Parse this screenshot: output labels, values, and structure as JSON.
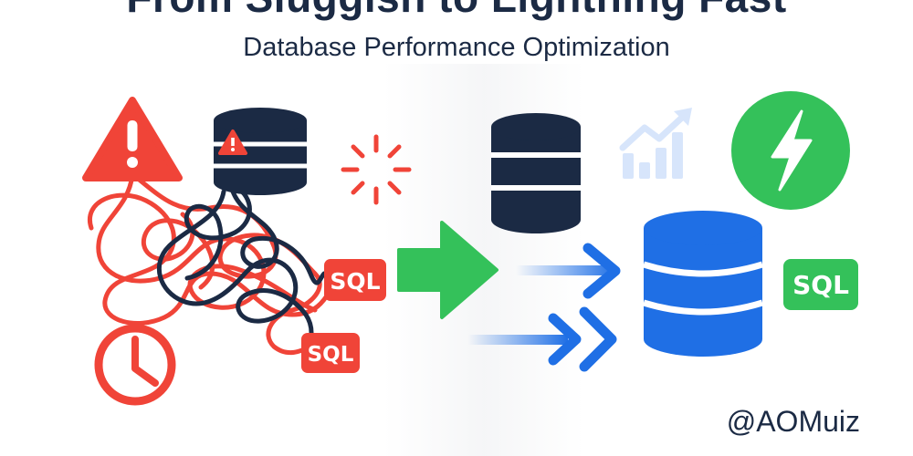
{
  "header": {
    "title": "From Sluggish to Lightning Fast",
    "subtitle": "Database Performance Optimization"
  },
  "badges": {
    "slow_sql_1": "SQL",
    "slow_sql_2": "SQL",
    "fast_sql": "SQL"
  },
  "footer": {
    "handle": "@AOMuiz"
  },
  "colors": {
    "navy": "#1b2a44",
    "alert_red": "#f04438",
    "success_green": "#34c15a",
    "fast_blue": "#1f6fe5",
    "faded_blue": "#cfe0fb"
  },
  "icons": [
    "warning-triangle-icon",
    "database-warning-icon",
    "loading-spinner-icon",
    "clock-icon",
    "tangled-lines-icon",
    "green-arrow-icon",
    "database-icon",
    "trending-chart-icon",
    "lightning-icon",
    "speed-arrows-icon",
    "fast-database-icon"
  ]
}
